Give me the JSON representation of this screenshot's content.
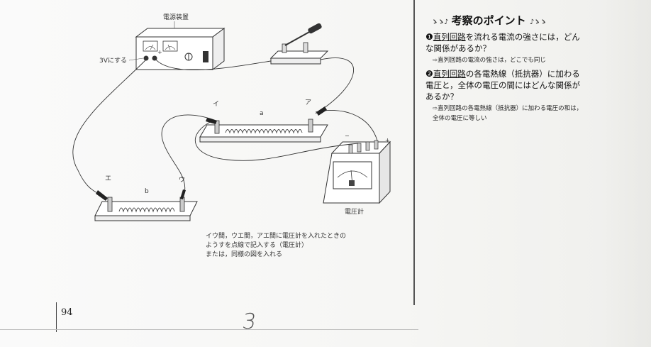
{
  "diagram": {
    "power_supply_label": "電源装置",
    "set_voltage_label": "3Vにする",
    "terminal_a_label": "ア",
    "terminal_i_label": "イ",
    "terminal_u_label": "ウ",
    "terminal_e_label": "エ",
    "wire_a_label": "a",
    "wire_b_label": "b",
    "voltmeter_label": "電圧計",
    "plus_sign": "+",
    "minus_sign": "−"
  },
  "caption": {
    "line1": "イウ間，ウエ間，アエ間に電圧計を入れたときの",
    "line2": "ようすを点線で記入する（電圧計）",
    "line3": "または，同様の図を入れる"
  },
  "page_number": "94",
  "handwritten_mark": "3",
  "points": {
    "title": "考察のポイント",
    "q1_number": "❶",
    "q1_underlined": "直列回路",
    "q1_rest": "を流れる電流の強さには，どんな関係があるか？",
    "a1_arrow": "⇨",
    "a1": "直列回路の電流の強さは，どこでも同じ",
    "q2_number": "❷",
    "q2_underlined": "直列回路",
    "q2_rest": "の各電熱線（抵抗器）に加わる電圧と，全体の電圧の間にはどんな関係があるか？",
    "a2_arrow": "⇨",
    "a2": "直列回路の各電熱線（抵抗器）に加わる電圧の和は，全体の電圧に等しい"
  }
}
